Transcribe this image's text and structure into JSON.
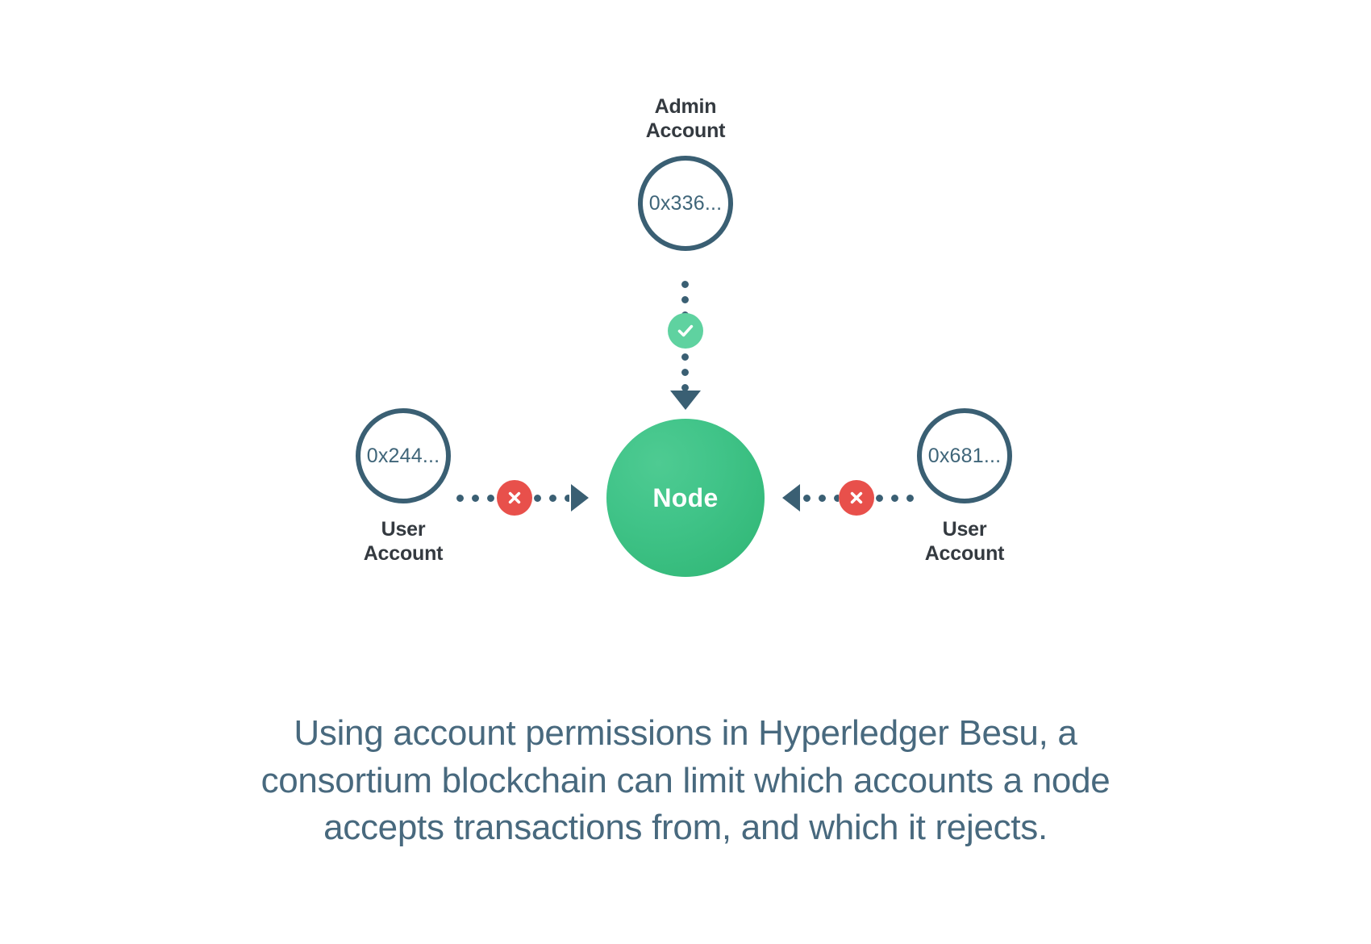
{
  "diagram": {
    "title_alt": "Hyperledger Besu account permissioning",
    "node": {
      "label": "Node",
      "color": "#2eb573"
    },
    "accounts": [
      {
        "id": "admin",
        "label": "Admin\nAccount",
        "address": "0x336...",
        "role": "admin",
        "position": "top",
        "permission": "allowed"
      },
      {
        "id": "user-left",
        "label": "User\nAccount",
        "address": "0x244...",
        "role": "user",
        "position": "left",
        "permission": "rejected"
      },
      {
        "id": "user-right",
        "label": "User\nAccount",
        "address": "0x681...",
        "role": "user",
        "position": "right",
        "permission": "rejected"
      }
    ],
    "badges": {
      "allow_icon": "check-icon",
      "allow_glyph": "✓",
      "allow_color": "#5fd2a0",
      "deny_icon": "cross-icon",
      "deny_glyph": "✕",
      "deny_color": "#e8504b"
    },
    "connector_color": "#3a5f73",
    "ring_color": "#3a5f73",
    "address_text_color": "#3f6579",
    "label_text_color": "#343a40"
  },
  "caption": {
    "text": "Using account permissions in Hyperledger Besu, a consortium blockchain can limit which accounts a node accepts transactions from, and which it rejects.",
    "color": "#48697e"
  }
}
